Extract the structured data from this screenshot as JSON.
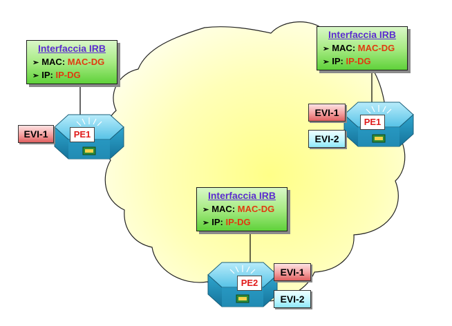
{
  "irb_label": {
    "title": "Interfaccia IRB",
    "mac_key": "MAC:",
    "mac_value": "MAC-DG",
    "ip_key": "IP:",
    "ip_value": "IP-DG"
  },
  "routers": [
    {
      "label": "PE1",
      "evis": [
        "EVI-1"
      ]
    },
    {
      "label": "PE1",
      "evis": [
        "EVI-1",
        "EVI-2"
      ]
    },
    {
      "label": "PE2",
      "evis": [
        "EVI-1",
        "EVI-2"
      ]
    }
  ],
  "colors": {
    "cloud_fill": "#ffff99",
    "router_top": "#7fd6f2",
    "router_side": "#1f90b8",
    "title_text": "#5b2bd0",
    "value_text": "#e03a10"
  },
  "icons": {
    "router": "router-icon",
    "bullet": "arrow-bullet-icon"
  }
}
